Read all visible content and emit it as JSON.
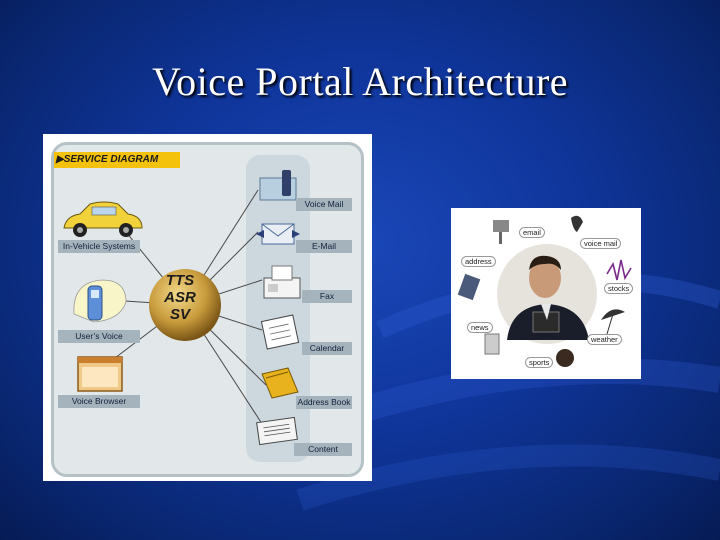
{
  "slide": {
    "title": "Voice Portal Architecture"
  },
  "diagram": {
    "banner": "▶SERVICE DIAGRAM",
    "hub": {
      "line1": "TTS",
      "line2": "ASR",
      "line3": "SV"
    },
    "left_items": [
      {
        "label": "In-Vehicle Systems",
        "icon": "car-icon"
      },
      {
        "label": "User’s Voice",
        "icon": "phone-speech-icon"
      },
      {
        "label": "Voice Browser",
        "icon": "browser-window-icon"
      }
    ],
    "right_items": [
      {
        "label": "Voice Mail",
        "icon": "cellphone-icon"
      },
      {
        "label": "E-Mail",
        "icon": "envelope-icon"
      },
      {
        "label": "Fax",
        "icon": "fax-machine-icon"
      },
      {
        "label": "Calendar",
        "icon": "calendar-icon"
      },
      {
        "label": "Address Book",
        "icon": "address-book-icon"
      },
      {
        "label": "Content",
        "icon": "newspaper-icon"
      }
    ],
    "colors": {
      "banner": "#f4c20d",
      "label_bg": "#a5b3bd",
      "hub": "#c89b3c",
      "car": "#f2d23a"
    }
  },
  "photo": {
    "labels": [
      "email",
      "voice mail",
      "address",
      "stocks",
      "news",
      "weather",
      "sports"
    ],
    "icons": [
      "mailbox-icon",
      "phone-handset-icon",
      "palm-device-icon",
      "stock-chart-icon",
      "pda-icon",
      "umbrella-icon",
      "baseball-glove-icon",
      "businessman-photo"
    ]
  }
}
